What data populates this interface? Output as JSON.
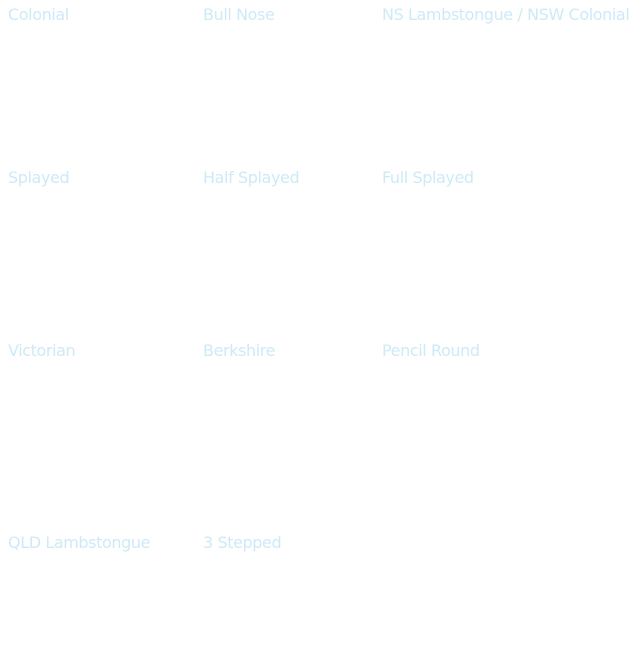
{
  "profiles": {
    "items": [
      {
        "label": "Colonial"
      },
      {
        "label": "Bull Nose"
      },
      {
        "label": "NS Lambstongue / NSW Colonial"
      },
      {
        "label": "Splayed"
      },
      {
        "label": "Half Splayed"
      },
      {
        "label": "Full Splayed"
      },
      {
        "label": "Victorian"
      },
      {
        "label": "Berkshire"
      },
      {
        "label": "Pencil Round"
      },
      {
        "label": "QLD Lambstongue"
      },
      {
        "label": "3 Stepped"
      }
    ]
  },
  "colors": {
    "label_text": "#cdeaf7",
    "background": "#ffffff"
  }
}
